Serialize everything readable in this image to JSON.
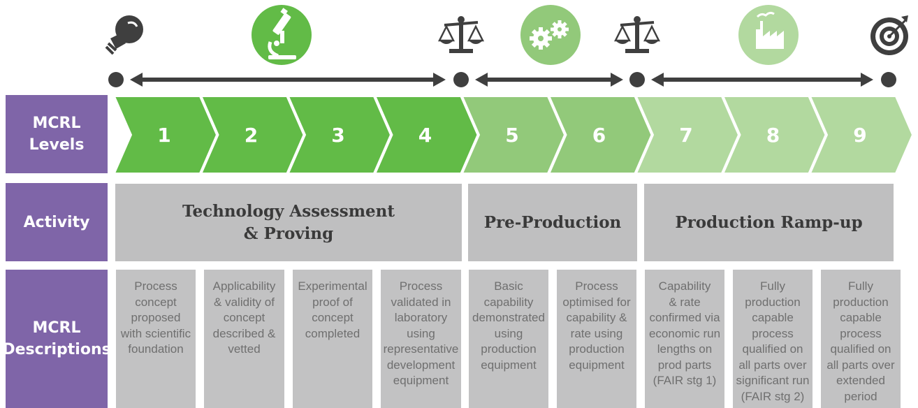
{
  "row_labels": {
    "levels": "MCRL\nLevels",
    "activity": "Activity",
    "descriptions": "MCRL\nDescriptions"
  },
  "levels": [
    "1",
    "2",
    "3",
    "4",
    "5",
    "6",
    "7",
    "8",
    "9"
  ],
  "phases": [
    {
      "activity": "Technology Assessment\n& Proving",
      "icon": "microscope-icon",
      "color": "#62bb47"
    },
    {
      "activity": "Pre-Production",
      "icon": "gears-icon",
      "color": "#92c97a"
    },
    {
      "activity": "Production Ramp-up",
      "icon": "factory-icon",
      "color": "#b2d99f"
    }
  ],
  "milestone_icons": [
    "lightbulb-icon",
    "scales-icon",
    "scales-icon",
    "target-icon"
  ],
  "descriptions": [
    "Process\nconcept\nproposed\nwith scientific\nfoundation",
    "Applicability\n& validity of\nconcept\ndescribed &\nvetted",
    "Experimental\nproof of\nconcept\ncompleted",
    "Process\nvalidated in\nlaboratory\nusing\nrepresentative\ndevelopment\nequipment",
    "Basic\ncapability\ndemonstrated\nusing\nproduction\nequipment",
    "Process\noptimised for\ncapability &\nrate using\nproduction\nequipment",
    "Capability\n& rate\nconfirmed via\neconomic run\nlengths on\nprod parts\n(FAIR stg 1)",
    "Fully\nproduction\ncapable\nprocess\nqualified on\nall parts over\nsignificant run\n(FAIR stg 2)",
    "Fully\nproduction\ncapable\nprocess\nqualified on\nall parts over\nextended\nperiod"
  ],
  "colors": {
    "label_purple": "#7f65a8",
    "activity_gray": "#bfbfc0",
    "description_gray": "#c2c2c3",
    "timeline_dark": "#3f3f3f"
  }
}
